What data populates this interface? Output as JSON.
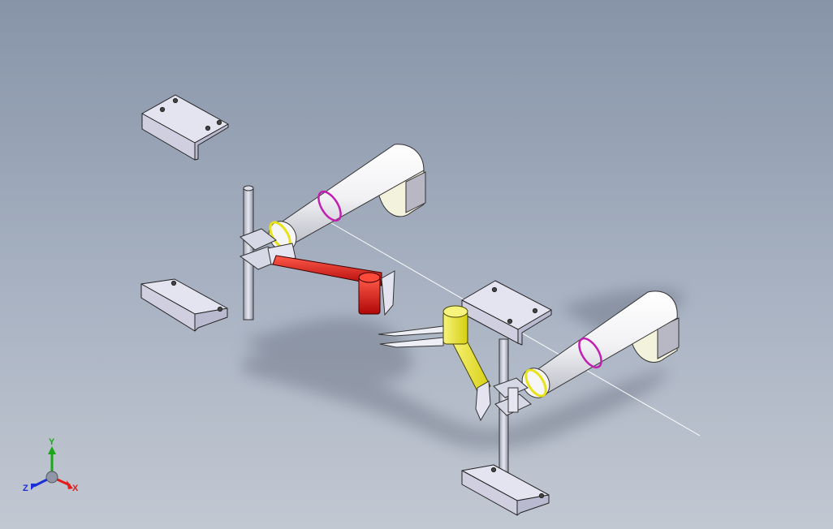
{
  "viewport": {
    "background_top": "#8794a8",
    "background_bottom": "#c2c8d2"
  },
  "triad": {
    "y_label": "Y",
    "x_label": "X",
    "z_label": "Z",
    "y_color": "#1aa81a",
    "x_color": "#e21b1b",
    "z_color": "#1c2fd6"
  },
  "parts": {
    "part_color": "#e6e6f2",
    "cylinder_color": "#f4f4f6",
    "lower_arm_color": "#e01414",
    "upper_arm_color": "#f2ec1a",
    "ring_magenta": "#c21fb0",
    "ring_yellow": "#e8e21a"
  }
}
